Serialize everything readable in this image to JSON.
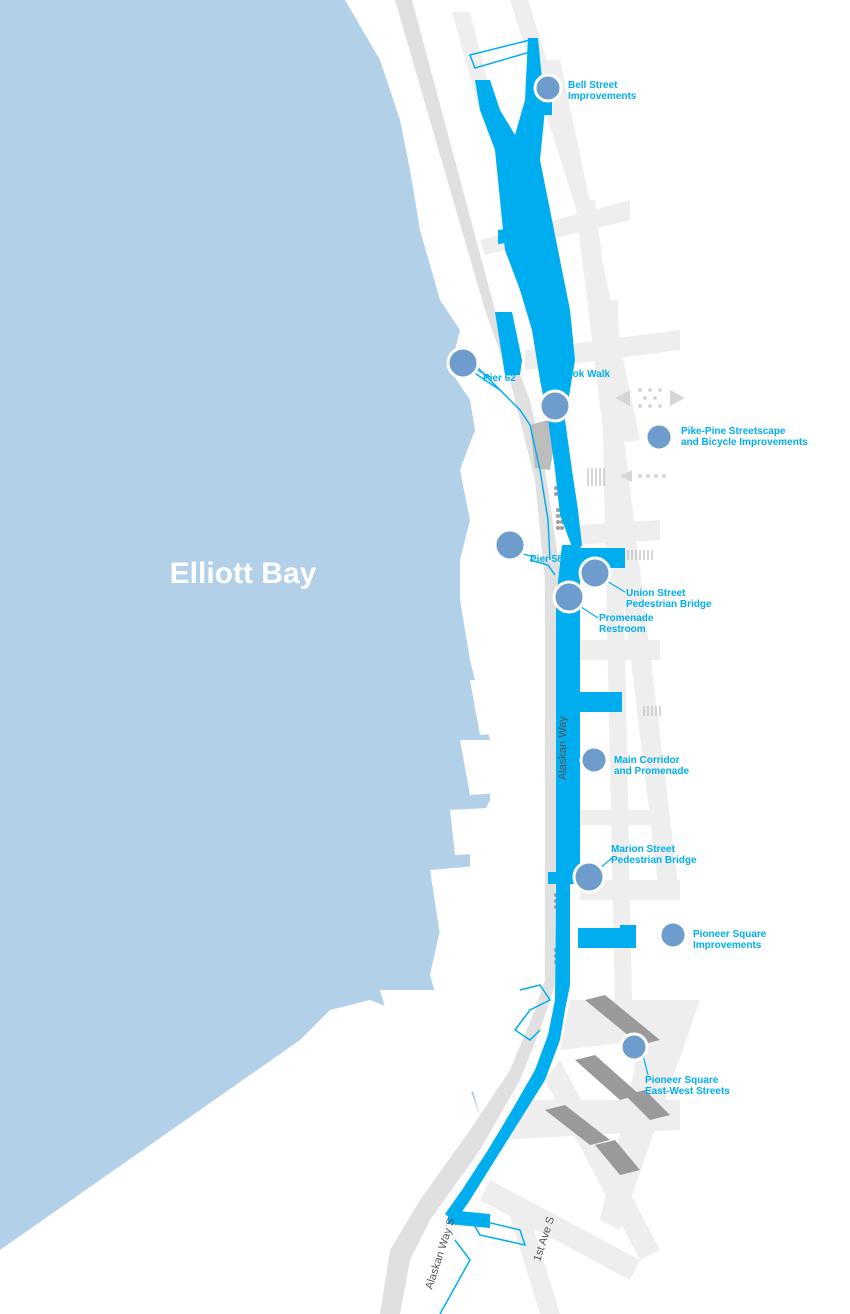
{
  "water_label": "Elliott Bay",
  "streets": {
    "alaskan_way": "Alaskan Way",
    "alaskan_way_s": "Alaskan Way S",
    "first_ave_s": "1st Ave S"
  },
  "projects": {
    "bell_street": [
      "Bell Street",
      "Improvements"
    ],
    "pier_62": [
      "Pier 62"
    ],
    "overlook_walk": [
      "Overlook Walk"
    ],
    "pike_pine": [
      "Pike-Pine Streetscape",
      "and Bicycle Improvements"
    ],
    "pier_58": [
      "Pier 58"
    ],
    "union_street": [
      "Union Street",
      "Pedestrian Bridge"
    ],
    "promenade_restroom": [
      "Promenade",
      "Restroom"
    ],
    "main_corridor": [
      "Main Corridor",
      "and Promenade"
    ],
    "marion_street": [
      "Marion Street",
      "Pedestrian Bridge"
    ],
    "pioneer_square": [
      "Pioneer Square",
      "Improvements"
    ],
    "pioneer_square_ew": [
      "Pioneer Square",
      "East-West Streets"
    ]
  },
  "colors": {
    "water": "#b2d1e8",
    "land": "#ffffff",
    "streets": "#eeeeee",
    "roadway": "#e0e0e0",
    "project_corridor": "#00aeef",
    "markers": "#6e9ccc",
    "dark_streets": "#9a9a9a"
  }
}
